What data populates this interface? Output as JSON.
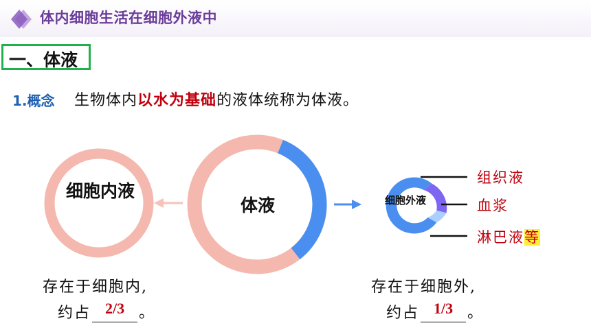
{
  "header": {
    "title": "体内细胞生活在细胞外液中"
  },
  "section": {
    "title": "一、体液"
  },
  "concept": {
    "label": "1.概念",
    "text_before": "生物体内",
    "text_highlight": "以水为基础",
    "text_after": "的液体统称为体液。"
  },
  "diagram": {
    "intracellular_label": "细胞内液",
    "body_fluid_label": "体液",
    "extracellular_label": "细胞外液",
    "body_fluid_share": {
      "intracellular": 0.6667,
      "extracellular": 0.3333
    },
    "components": [
      {
        "label": "组织液",
        "suffix": ""
      },
      {
        "label": "血浆",
        "suffix": ""
      },
      {
        "label": "淋巴液",
        "suffix": "等"
      }
    ],
    "colors": {
      "intracellular": "#f4b8ae",
      "extracellular": "#4a8ff0",
      "tissue_fluid": "#4a8ff0",
      "plasma": "#7f66f2",
      "lymph": "#a9d0ff",
      "arrow_left": "#f7c2b8",
      "arrow_right": "#4a8ff0"
    }
  },
  "notes": {
    "left": {
      "line1": "存在于细胞内,",
      "prefix": "约占",
      "value": "2/3",
      "suffix": "。"
    },
    "right": {
      "line1": "存在于细胞外,",
      "prefix": "约占",
      "value": "1/3",
      "suffix": "。"
    }
  }
}
